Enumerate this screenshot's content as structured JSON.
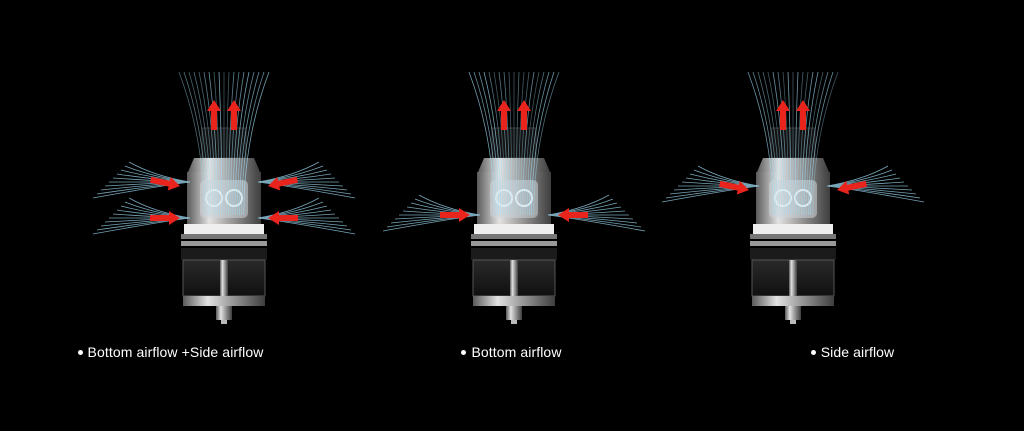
{
  "colors": {
    "background": "#000000",
    "airflow_stream": "#9fdcf5",
    "airflow_arrow": "#e8241c",
    "metal_light": "#c9c9c9",
    "metal_dark": "#3a3a3a",
    "caption": "#ffffff"
  },
  "panels": [
    {
      "caption": "Bottom airflow +Side airflow",
      "side_arrows": 2,
      "bottom_airflow": true
    },
    {
      "caption": "Bottom airflow",
      "side_arrows": 1,
      "bottom_airflow": true
    },
    {
      "caption": "Side airflow",
      "side_arrows": 1,
      "bottom_airflow": false
    }
  ]
}
